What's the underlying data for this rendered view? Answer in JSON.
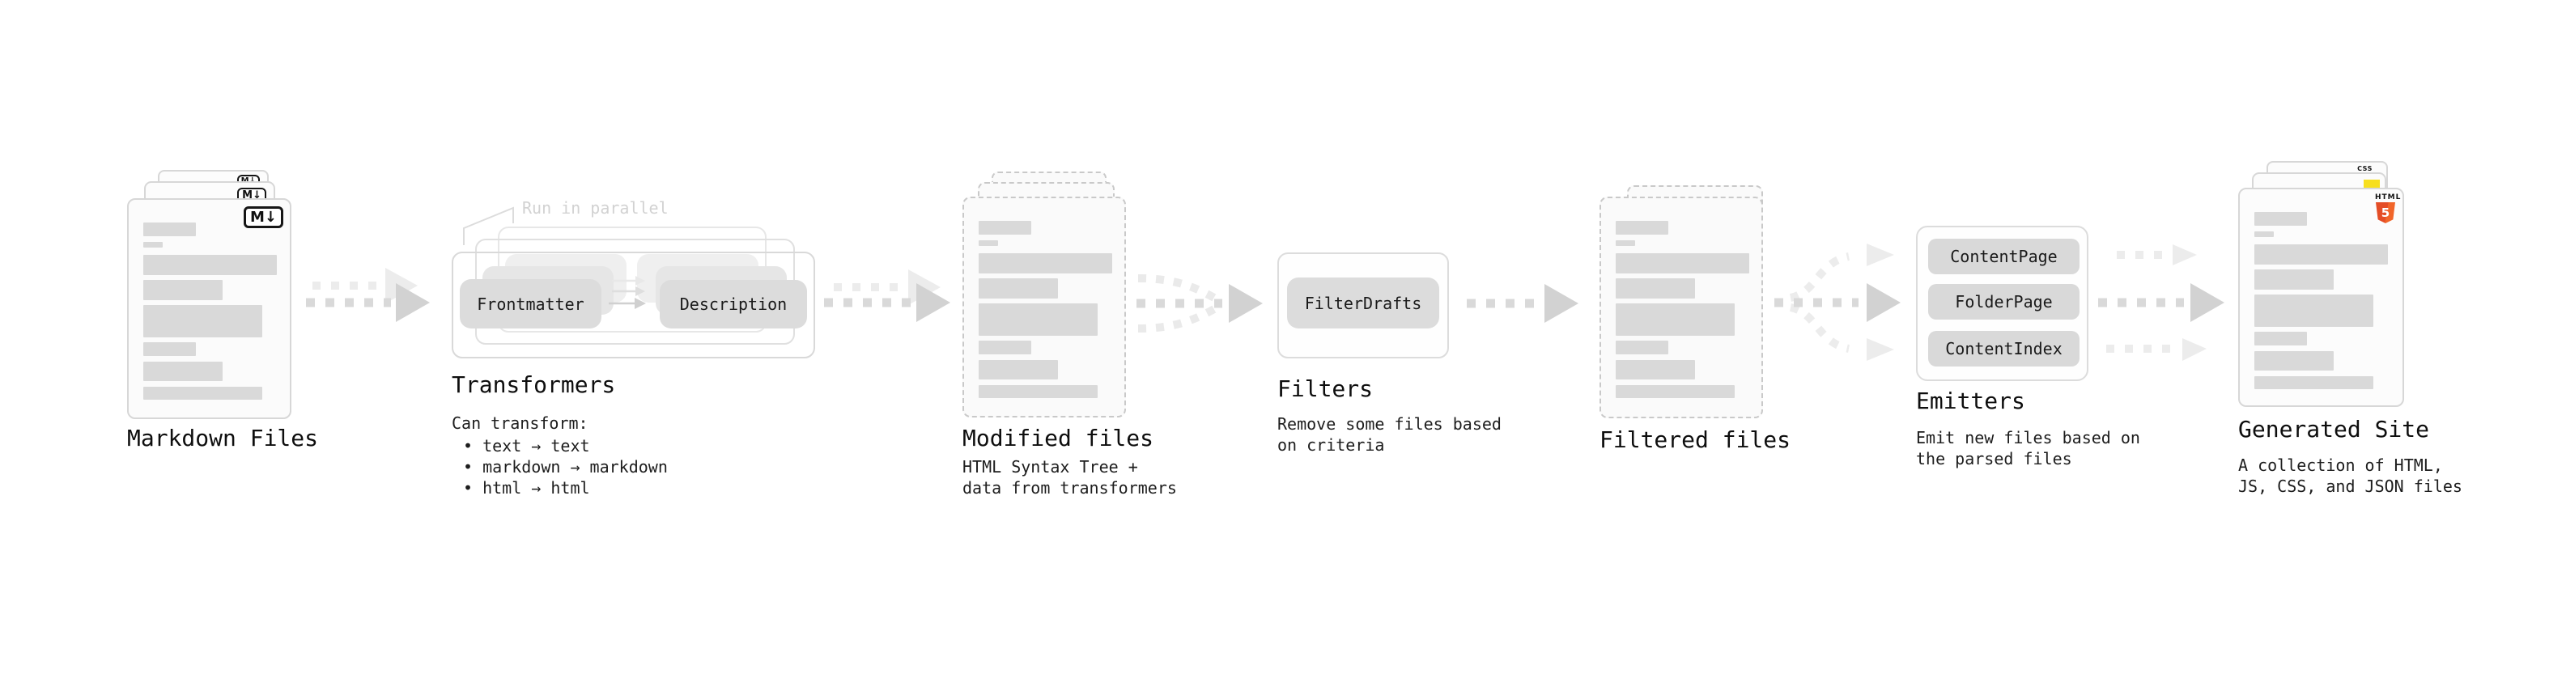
{
  "sections": {
    "markdown_files": {
      "label": "Markdown Files",
      "badge_text": "M↓"
    },
    "transformers": {
      "label": "Transformers",
      "note": "Run in parallel",
      "pill_from": "Frontmatter",
      "pill_to": "Description",
      "desc_title": "Can transform:",
      "bullets": [
        "• text → text",
        "• markdown → markdown",
        "• html → html"
      ]
    },
    "modified_files": {
      "label": "Modified files",
      "desc_lines": [
        "HTML Syntax Tree +",
        "data from transformers"
      ]
    },
    "filters": {
      "label": "Filters",
      "pill": "FilterDrafts",
      "desc_lines": [
        "Remove some files based",
        "on criteria"
      ]
    },
    "filtered_files": {
      "label": "Filtered files"
    },
    "emitters": {
      "label": "Emitters",
      "pills": [
        "ContentPage",
        "FolderPage",
        "ContentIndex"
      ],
      "desc_lines": [
        "Emit new files based on",
        "the parsed files"
      ]
    },
    "generated_site": {
      "label": "Generated Site",
      "desc_lines": [
        "A collection of HTML,",
        "JS, CSS, and JSON files"
      ],
      "badges": {
        "css_label": "CSS",
        "html5_caption": "HTML",
        "html5_numeral": "5"
      }
    }
  },
  "colors": {
    "css_accent": "#2965f1",
    "js_accent": "#f7df1e",
    "html5_accent": "#e44d26",
    "arrow_dark": "#d2d2d2",
    "arrow_light": "#ececec",
    "placeholder_bar": "#d9d9d9"
  }
}
